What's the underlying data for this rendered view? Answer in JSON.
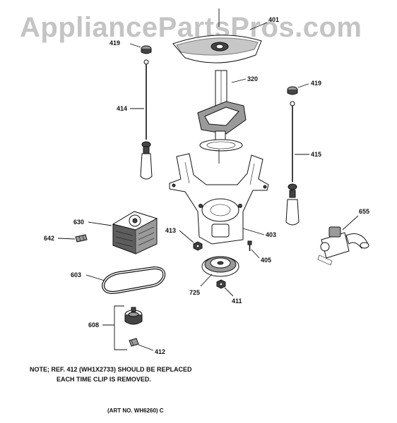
{
  "watermark": "AppliancePartsPros.com",
  "callouts": {
    "c401": "401",
    "c419a": "419",
    "c320": "320",
    "c419b": "419",
    "c414": "414",
    "c415": "415",
    "c630": "630",
    "c642": "642",
    "c413": "413",
    "c403": "403",
    "c655": "655",
    "c405": "405",
    "c603": "603",
    "c725": "725",
    "c411": "411",
    "c608": "608",
    "c412": "412"
  },
  "note": {
    "line1": "NOTE; REF. 412 (WH1X2733) SHOULD BE REPLACED",
    "line2": "EACH TIME CLIP IS REMOVED."
  },
  "art_number": "(ART NO. WH6260) C"
}
